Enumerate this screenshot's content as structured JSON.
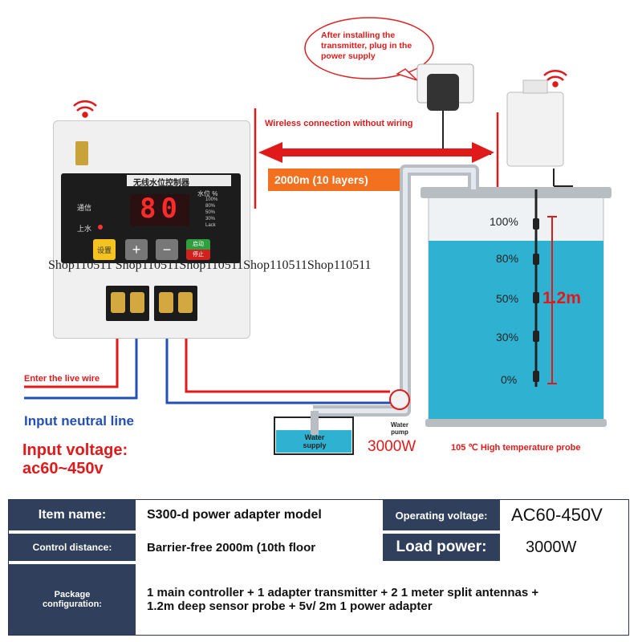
{
  "callout": {
    "text": "After installing the transmitter, plug in the power supply"
  },
  "wireless_label": "Wireless connection without wiring",
  "distance_label": "2000m (10 layers)",
  "controller": {
    "title": "无线水位控制器",
    "signal_label": "通信",
    "water_label": "上水",
    "display_value": "80",
    "level_title": "水位 %",
    "levels": [
      "100%",
      "80%",
      "50%",
      "30%",
      "Lack"
    ],
    "btn_set": "设置",
    "btn_plus": "+",
    "btn_minus": "−",
    "btn_start": "启动",
    "btn_stop": "停止"
  },
  "watermark": "Shop110511 Shop110511Shop110511Shop110511Shop110511",
  "tank": {
    "levels": [
      "100%",
      "80%",
      "50%",
      "30%",
      "0%"
    ],
    "height_label": "1.2m",
    "probe_label": "105 ℃ High temperature probe"
  },
  "wiring": {
    "live": "Enter the live wire",
    "neutral": "Input neutral line",
    "voltage_line1": "Input voltage:",
    "voltage_line2": "ac60~450v"
  },
  "pump": {
    "label": "Water pump",
    "power": "3000W"
  },
  "supply": {
    "label": "Water supply"
  },
  "specs": {
    "item_name_label": "Item name:",
    "item_name_value": "S300-d power adapter model",
    "operating_voltage_label": "Operating voltage:",
    "operating_voltage_value": "AC60-450V",
    "control_distance_label": "Control distance:",
    "control_distance_value": "Barrier-free 2000m (10th floor",
    "load_power_label": "Load power:",
    "load_power_value": "3000W",
    "package_label": "Package configuration:",
    "package_value": "1 main controller + 1 adapter transmitter + 2 1 meter split antennas + 1.2m deep sensor probe + 5v/ 2m 1 power adapter"
  },
  "colors": {
    "red": "#e01a1a",
    "blue": "#2350b4",
    "orange": "#f2701e",
    "water": "#2fb2d2",
    "navy": "#2f3f5c"
  }
}
